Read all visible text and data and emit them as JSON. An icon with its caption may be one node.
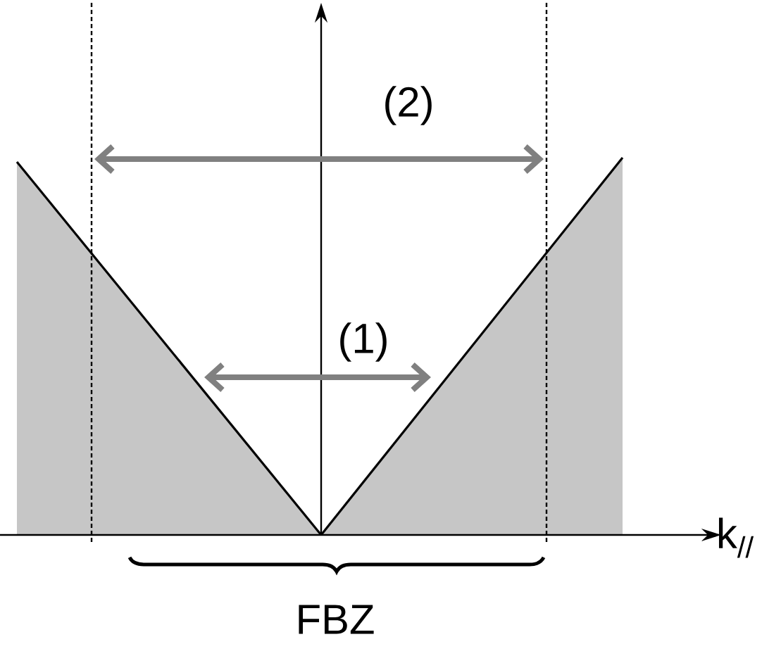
{
  "diagram": {
    "labels": [
      "(2)",
      "(1)",
      "k$_{//}$",
      "FBZ"
    ]
  }
}
